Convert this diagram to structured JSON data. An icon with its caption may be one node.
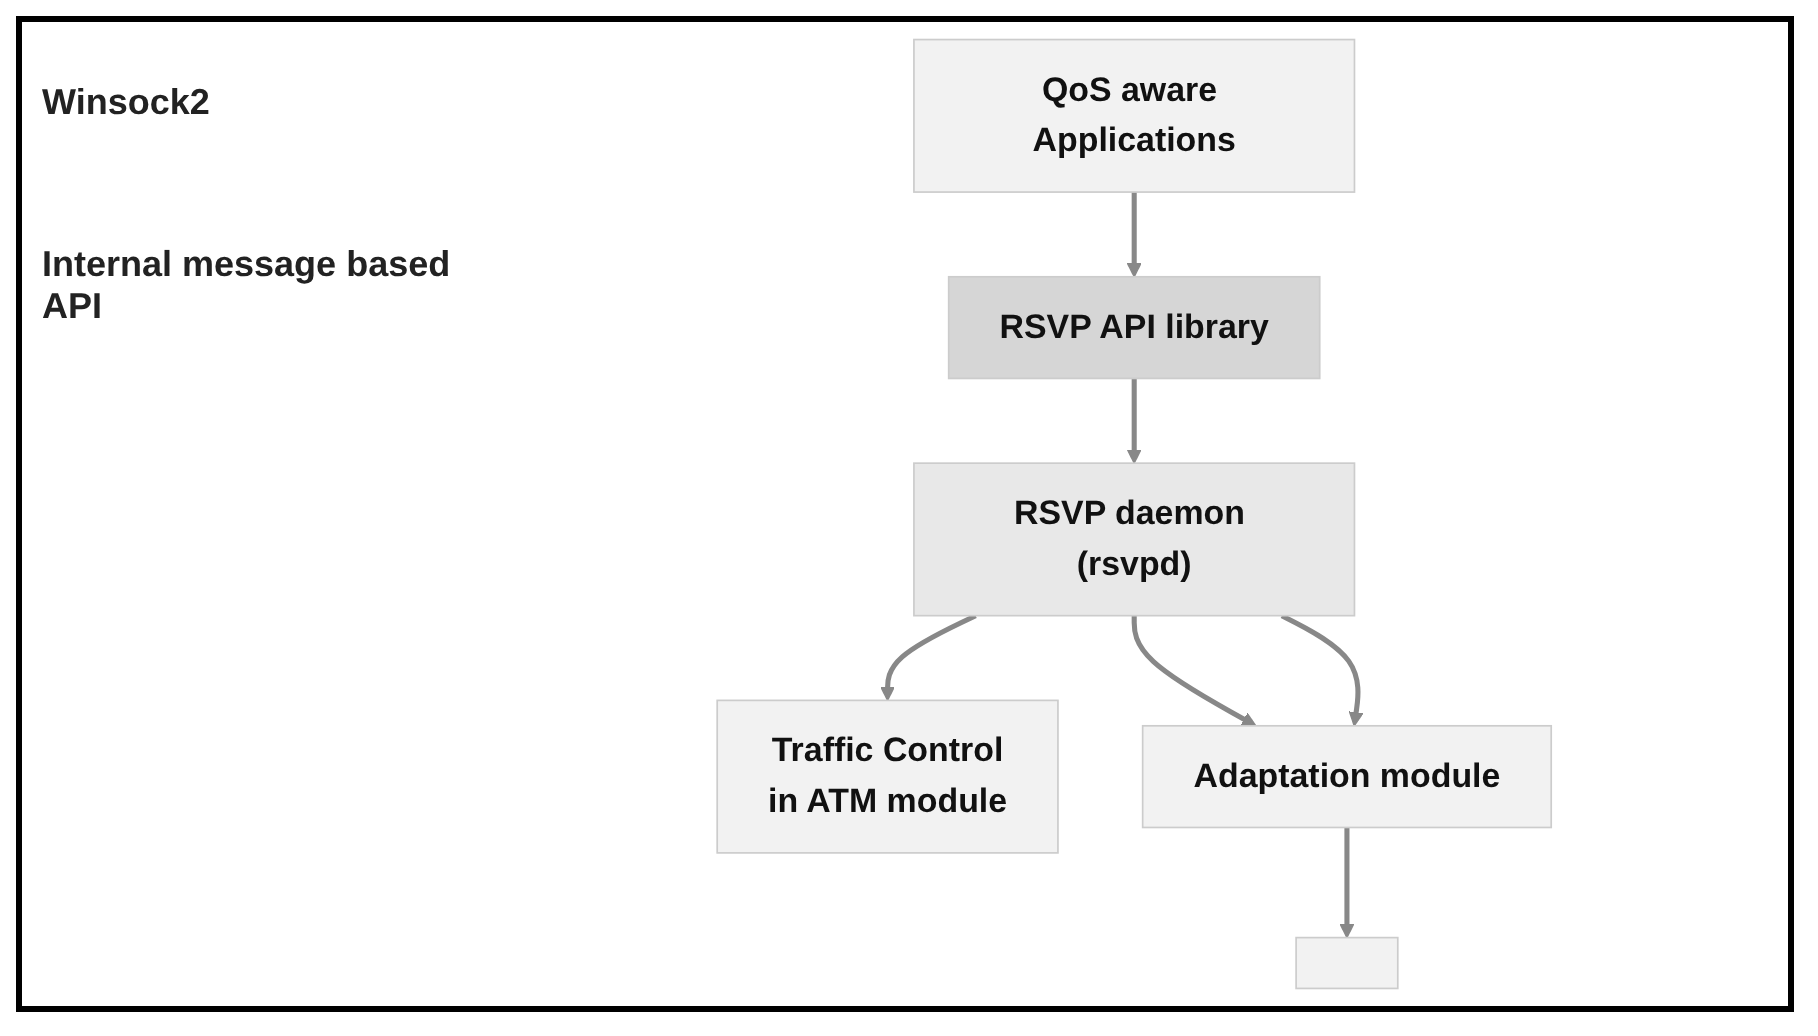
{
  "diagram": {
    "nodes": [
      {
        "text": [
          "QoS aware Applications"
        ]
      },
      {
        "text": [
          "RSVP API library"
        ]
      },
      {
        "text": [
          "RSVP daemon (rsvpd)"
        ]
      },
      {
        "text": [
          "Traffic Control",
          "in ATM module"
        ]
      },
      {
        "text": [
          "Adaptation module"
        ]
      },
      {
        "text": [],
        "shape": "box"
      }
    ],
    "edges": [
      {
        "from": 0,
        "to": 1,
        "arrow": "to"
      },
      {
        "from": 1,
        "to": 2,
        "arrow": "to"
      },
      {
        "from": 2,
        "to": 3,
        "arrow": "to"
      },
      {
        "from": 2,
        "to": 4,
        "arrow": "to"
      },
      {
        "from": 2,
        "to": 4,
        "arrow": "to"
      },
      {
        "from": 4,
        "to": 5,
        "arrow": "to"
      }
    ],
    "labels": [
      "Winsock2",
      "Internal message based API"
    ]
  }
}
